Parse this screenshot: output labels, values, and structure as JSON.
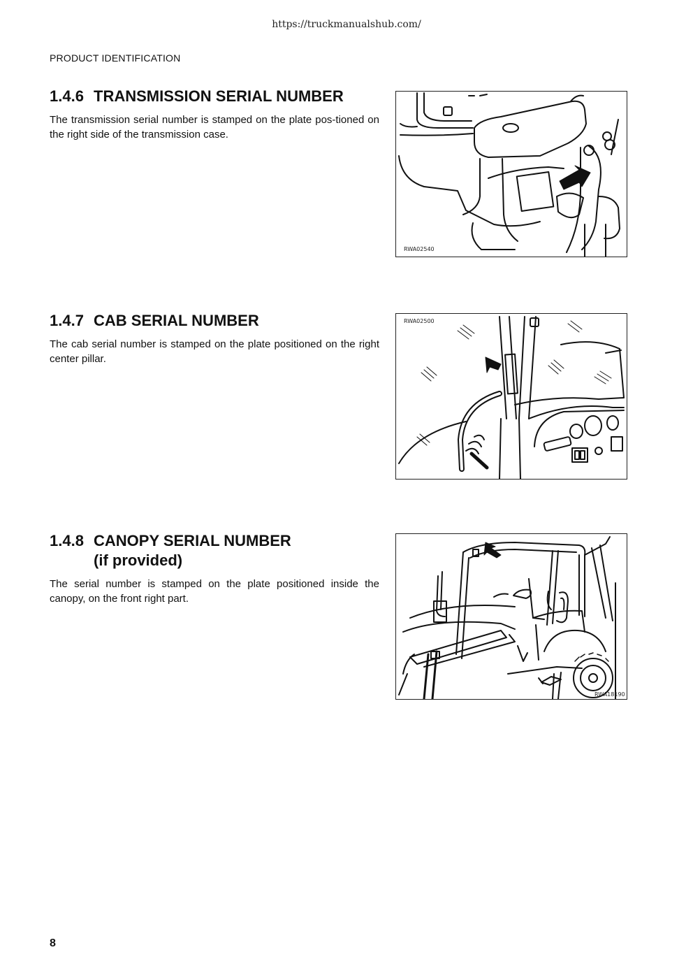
{
  "header": {
    "url": "https://truckmanualshub.com/",
    "running_head": "PRODUCT IDENTIFICATION"
  },
  "sections": [
    {
      "number": "1.4.6",
      "title": "TRANSMISSION SERIAL NUMBER",
      "subtitle": "",
      "body": "The transmission serial number is stamped on the plate pos-tioned on the right side of the transmission case.",
      "figure_code": "RWA02540"
    },
    {
      "number": "1.4.7",
      "title": "CAB SERIAL NUMBER",
      "subtitle": "",
      "body": "The cab serial number is stamped on the plate positioned on the right center pillar.",
      "figure_code": "RWA02500"
    },
    {
      "number": "1.4.8",
      "title": "CANOPY SERIAL NUMBER",
      "subtitle": "(if provided)",
      "body": "The serial number is stamped on the plate positioned inside the canopy, on the front right part.",
      "figure_code": "RWA18190"
    }
  ],
  "footer": {
    "page_number": "8"
  }
}
